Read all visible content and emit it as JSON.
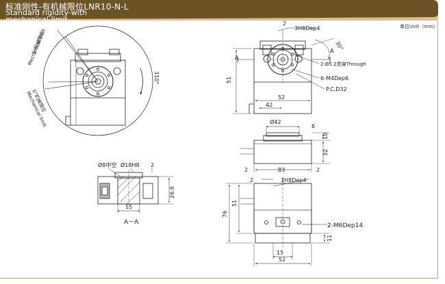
{
  "header": {
    "title_cn": "标准刚性-有机械限位LNR10-N-L",
    "title_en_1": "Standard rigidity-with",
    "title_en_2": "mechanical limit",
    "band_color": "#6b5326",
    "accent_color": "#d7c389"
  },
  "unit_label": "单位Unit（mm）",
  "top_left_view": {
    "limit_label_top_cn": "5°机械限位",
    "limit_label_top_en": "Mechanical limit",
    "limit_label_bottom_cn": "5°机械限位",
    "limit_label_bottom_en": "Mechanical limit",
    "arc_label": "310°"
  },
  "top_right_view": {
    "dim_3h8": "3H8Dep4",
    "dim_2_top": "2",
    "dim_30": "30°",
    "section_a": "A",
    "dim_51": "51",
    "dim_52": "52",
    "dim_42": "42",
    "note_through": "2-Ø5.2贯穿Through",
    "note_m4": "6-M4Dep6",
    "note_pcd": "P.C.D32"
  },
  "middle_right_view": {
    "dim_d42": "Ø42",
    "dim_6": "6",
    "dim_10": "10",
    "dim_32": "32",
    "dim_83": "83",
    "dim_2_left": "2",
    "dim_2_right": "2"
  },
  "section_view": {
    "label_hole": "Ø8中空",
    "label_d18": "Ø18H8",
    "dim_2": "2",
    "dim_15": "15",
    "dim_266": "26.6",
    "caption": "A－A"
  },
  "bottom_right_view": {
    "dim_2": "2",
    "dim_3h8": "3H8Dep4",
    "dim_76": "76",
    "dim_51": "51",
    "note_m6": "2-M6Dep14",
    "dim_11": "11",
    "dim_15": "15",
    "dim_52": "52"
  }
}
